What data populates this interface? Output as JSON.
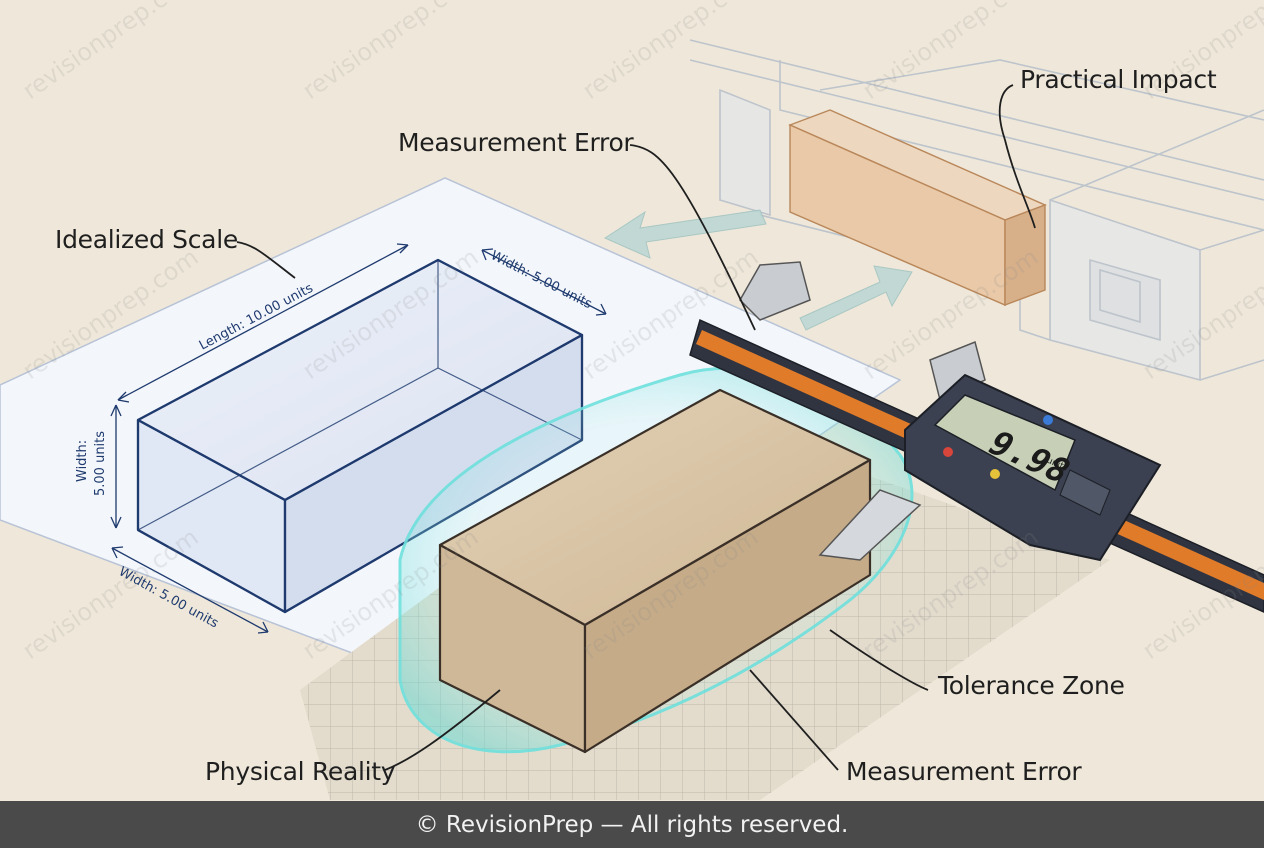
{
  "labels": {
    "idealized_scale": "Idealized Scale",
    "measurement_error_top": "Measurement Error",
    "practical_impact": "Practical Impact",
    "tolerance_zone": "Tolerance Zone",
    "physical_reality": "Physical Reality",
    "measurement_error_bottom": "Measurement Error"
  },
  "dimensions": {
    "length_top": "Length: 10.00 units",
    "width_top": "Width: 5.00 units",
    "width_left_line1": "Width:",
    "width_left_line2": "5.00 units",
    "width_bottom": "Width: 5.00 units"
  },
  "caliper": {
    "reading": "9.98",
    "unit": "units"
  },
  "watermark": "revisionprep.com",
  "footer": "© RevisionPrep — All rights reserved.",
  "colors": {
    "blueprint_line": "#1e3a6e",
    "tolerance_glow": "#7fe3e0",
    "caliper_scale": "#e07b2a",
    "brick": "#d8c4a6"
  }
}
